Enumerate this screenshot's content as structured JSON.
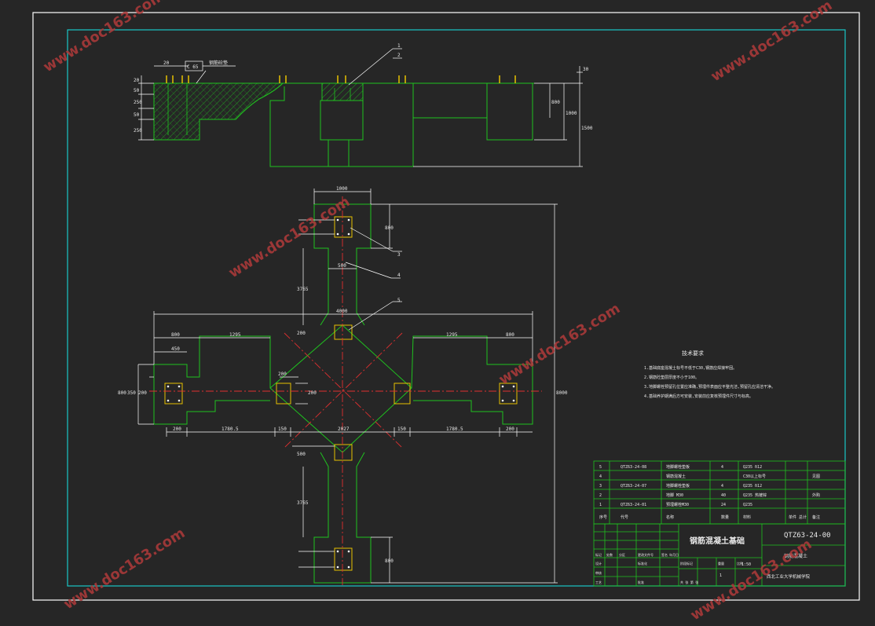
{
  "colors": {
    "background": "#262626",
    "frame": "#ffffff",
    "inner_frame": "#19c7c7",
    "outline": "#1fc21f",
    "centerline": "#e03030",
    "watermark": "#b03a3a",
    "dimension": "#ffffff"
  },
  "watermark": "www.doc163.com",
  "top_view": {
    "callouts": [
      "1",
      "2"
    ],
    "dims_left": [
      "20",
      "50",
      "250",
      "50",
      "250"
    ],
    "dims_top": [
      "20",
      "C 65",
      "钢筋砼垫"
    ],
    "dims_right": [
      "30",
      "800",
      "1000",
      "1500"
    ]
  },
  "plan": {
    "callouts": [
      "3",
      "4",
      "5"
    ],
    "dims": {
      "top_width": "1000",
      "top_height": "800",
      "neck": "500",
      "upper_arm": "3765",
      "mid_width": "4000",
      "left_a": "800",
      "left_b": "1295",
      "right_a": "1295",
      "right_b": "800",
      "left_small": "450",
      "left_h1": "800",
      "left_h2": "350",
      "left_h3": "200",
      "center_sq": "200",
      "center_sq_h": "200",
      "bottom_1": "200",
      "bottom_2": "1780.5",
      "bottom_3": "150",
      "bottom_4": "2027",
      "bottom_5": "150",
      "bottom_6": "1780.5",
      "bottom_7": "200",
      "overall_height": "8000",
      "lower_arm": "3765",
      "bottom_height": "800",
      "small_h": "200",
      "side_h": "500"
    }
  },
  "notes": {
    "title": "技术要求",
    "lines": [
      "1.基础底座混凝土标号不低于C30,钢筋应焊接牢固。",
      "2.钢筋砼垫层厚度不小于100。",
      "3.地脚螺栓预留孔位置应准确,预埋件表面应平整光洁,预留孔应清洁干净。",
      "4.基础养护期满后方可安装,安装前应复核预埋件尺寸与标高。"
    ]
  },
  "bom": {
    "rows": [
      {
        "no": "5",
        "code": "QTZ63-24-08",
        "name": "地脚螺栓垫板",
        "qty": "4",
        "material": "Q235 δ12",
        "mass": "",
        "note": ""
      },
      {
        "no": "4",
        "code": "",
        "name": "钢筋混凝土",
        "qty": "",
        "material": "C30以上标号",
        "mass": "",
        "note": "见图"
      },
      {
        "no": "3",
        "code": "QTZ63-24-07",
        "name": "地脚螺栓垫板",
        "qty": "4",
        "material": "Q235 δ12",
        "mass": "",
        "note": ""
      },
      {
        "no": "2",
        "code": "",
        "name": "地脚 M30",
        "qty": "40",
        "material": "Q235 热镀锌",
        "mass": "",
        "note": "外购"
      },
      {
        "no": "1",
        "code": "QTZ63-24-01",
        "name": "预埋螺栓M30",
        "qty": "24",
        "material": "Q235",
        "mass": "",
        "note": ""
      }
    ],
    "header": {
      "no": "序号",
      "code": "代号",
      "name": "名称",
      "qty": "数量",
      "material": "材料",
      "mass": "单件 总计",
      "note": "备注"
    }
  },
  "title_block": {
    "drawing_no": "QTZ63-24-00",
    "title": "钢筋混凝土基础",
    "subtitle": "钢筋混凝土",
    "company": "西北工业大学机械学院",
    "scale": "1:50",
    "sheet": "1",
    "labels": [
      "标记",
      "处数",
      "分区",
      "更改文件号",
      "签名",
      "年月日",
      "设计",
      "标准化",
      "审核",
      "工艺",
      "批准",
      "阶段标记",
      "重量",
      "比例",
      "共 张 第 张"
    ]
  }
}
